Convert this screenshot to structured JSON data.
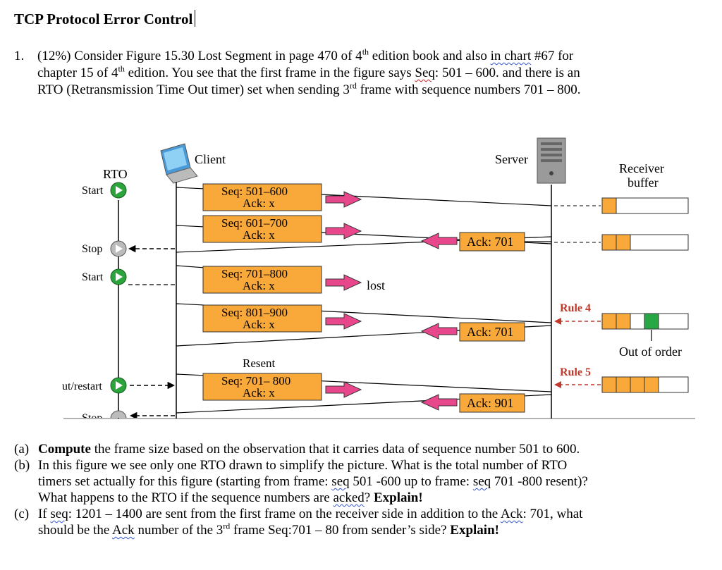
{
  "title": "TCP Protocol Error Control",
  "question1": {
    "number": "1.",
    "line1_pre": "(12%) Consider Figure 15.30 Lost Segment in page 470 of 4",
    "sup_th": "th",
    "line1_mid": " edition book and also ",
    "line1_wavy": "in  chart",
    "line1_post": " #67 for",
    "line2_pre": "chapter 15 of 4",
    "line2_mid": " edition. You see that the first frame in the figure says ",
    "line2_wavy": "Seq",
    "line2_post": ": 501 – 600. and there is an",
    "line3_pre": "RTO (Retransmission Time Out timer) set when sending 3",
    "sup_rd": "rd",
    "line3_post": " frame with sequence numbers 701 – 800."
  },
  "figure": {
    "client_label": "Client",
    "server_label": "Server",
    "rto_label": "RTO",
    "receiver_buffer_line1": "Receiver",
    "receiver_buffer_line2": "buffer",
    "timer_start1": "Start",
    "timer_stop1": "Stop",
    "timer_start2": "Start",
    "timer_restart": "ut/restart",
    "timer_stop2": "Stop",
    "segments": [
      {
        "seq": "Seq: 501–600",
        "ack": "Ack: x"
      },
      {
        "seq": "Seq: 601–700",
        "ack": "Ack: x"
      },
      {
        "seq": "Seq: 701–800",
        "ack": "Ack: x"
      },
      {
        "seq": "Seq: 801–900",
        "ack": "Ack: x"
      },
      {
        "seq": "Seq: 701– 800",
        "ack": "Ack: x"
      }
    ],
    "lost_label": "lost",
    "resent_label": "Resent",
    "acks": [
      "Ack: 701",
      "Ack: 701",
      "Ack: 901"
    ],
    "rule4": "Rule 4",
    "rule5": "Rule 5",
    "out_of_order": "Out of order",
    "colors": {
      "segment": "#F9A93A",
      "arrow": "#E8478B",
      "ok_cell": "#F9A93A",
      "out_of_order_cell": "#29A745",
      "timer": "#2CA43C"
    }
  },
  "parts": [
    {
      "label": "(a)",
      "bold": "Compute",
      "text": " the frame size based on the observation that it carries data of sequence number 501 to 600."
    },
    {
      "label": "(b)",
      "line1": "In this figure we see only one RTO drawn to simplify the picture. What is the total number of RTO",
      "line2_pre": "timers set actually for this figure (starting from frame: ",
      "line2_w1": "seq",
      "line2_mid": " 501 -600 up to frame: ",
      "line2_w2": "seq",
      "line2_post": " 701 -800 resent)?",
      "line3_pre": "What happens to the RTO if the sequence numbers are ",
      "line3_w": "acked",
      "line3_post": "? ",
      "line3_bold": "Explain!"
    },
    {
      "label": "(c)",
      "line1_pre": "If ",
      "line1_w1": "seq",
      "line1_mid": ": 1201 – 1400 are sent from the first frame on the receiver side in addition to the ",
      "line1_w2": "Ack",
      "line1_post": ": 701, what",
      "line2_pre": "should be the ",
      "line2_w": "Ack",
      "line2_mid": " number of the 3",
      "line2_sup": "rd",
      "line2_post": " frame Seq:701 – 80 from sender’s side? ",
      "line2_bold": "Explain!"
    }
  ]
}
